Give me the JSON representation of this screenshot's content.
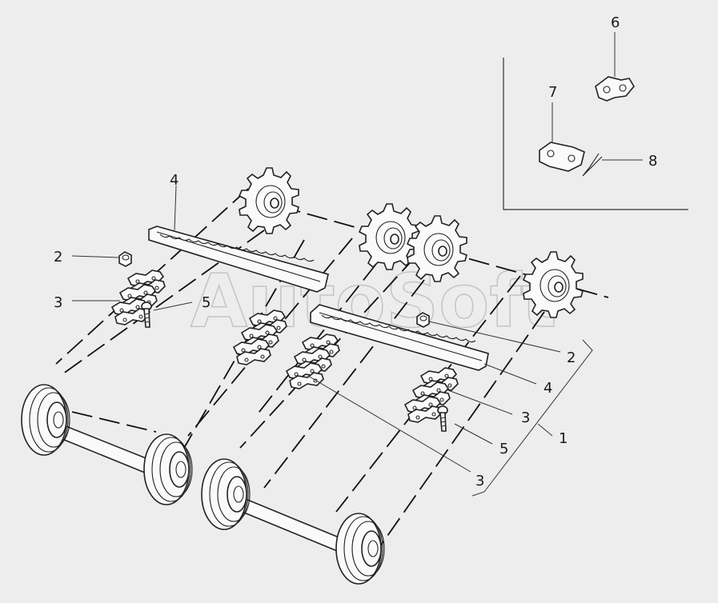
{
  "callouts": {
    "c1": "1",
    "c2a": "2",
    "c2b": "2",
    "c3a": "3",
    "c3b": "3",
    "c3c": "3",
    "c4a": "4",
    "c4b": "4",
    "c5a": "5",
    "c5b": "5",
    "c6": "6",
    "c7": "7",
    "c8": "8"
  },
  "watermark": "AutoSoft",
  "colors": {
    "background": "#ededed",
    "line": "#222222",
    "watermark": "#bdbdbd"
  }
}
